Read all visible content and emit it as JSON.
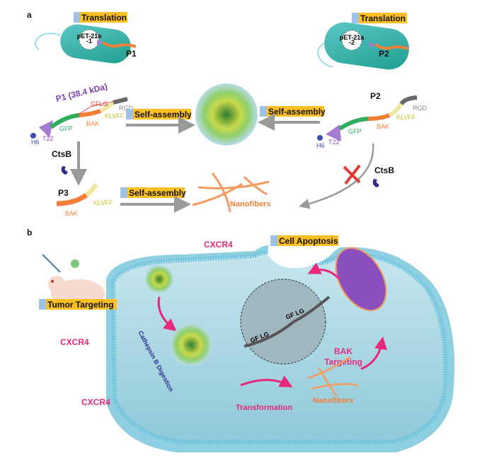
{
  "panel_a": {
    "letter": "a",
    "translation_left": "Translation",
    "translation_right": "Translation",
    "plasmid_left": [
      "pET-21a",
      "-1"
    ],
    "plasmid_right": [
      "pET-21a",
      "-2"
    ],
    "p1_cell_label": "P1",
    "p2_cell_label": "P2",
    "p1_title": "P1 (38.4  kDa)",
    "p2_title": "P2",
    "p3_title": "P3",
    "segments": {
      "h6": "H6",
      "t22": "T22",
      "gfp": "GFP",
      "bak": "BAK",
      "klvff": "KLVFF",
      "rgd": "RGD",
      "gflg": "GFLG"
    },
    "self_assembly_left": "Self-assembly",
    "self_assembly_right": "Self-assembly",
    "self_assembly_bottom": "Self-assembly",
    "ctsb_left": "CtsB",
    "ctsb_right": "CtsB",
    "nanofibers": "Nanofibers"
  },
  "panel_b": {
    "letter": "b",
    "cell_apoptosis": "Cell Apoptosis",
    "tumor_targeting": "Tumor Targeting",
    "cxcr4": [
      "CXCR4",
      "CXCR4",
      "CXCR4"
    ],
    "cathepsin": "Cathepsin B Digestion",
    "gflg_1": "GF LG",
    "gflg_2": "GF LG",
    "bak_targeting": [
      "BAK",
      "Targeting"
    ],
    "transformation": "Transformation",
    "nanofibers": "Nanofibers"
  },
  "colors": {
    "label_bg": "#fbbf24",
    "tag": "#9ec3e6",
    "pink": "#e8287a",
    "orange": "#f07f3a",
    "cell": "#a9d6e2",
    "membrane": "#6cc3de"
  }
}
